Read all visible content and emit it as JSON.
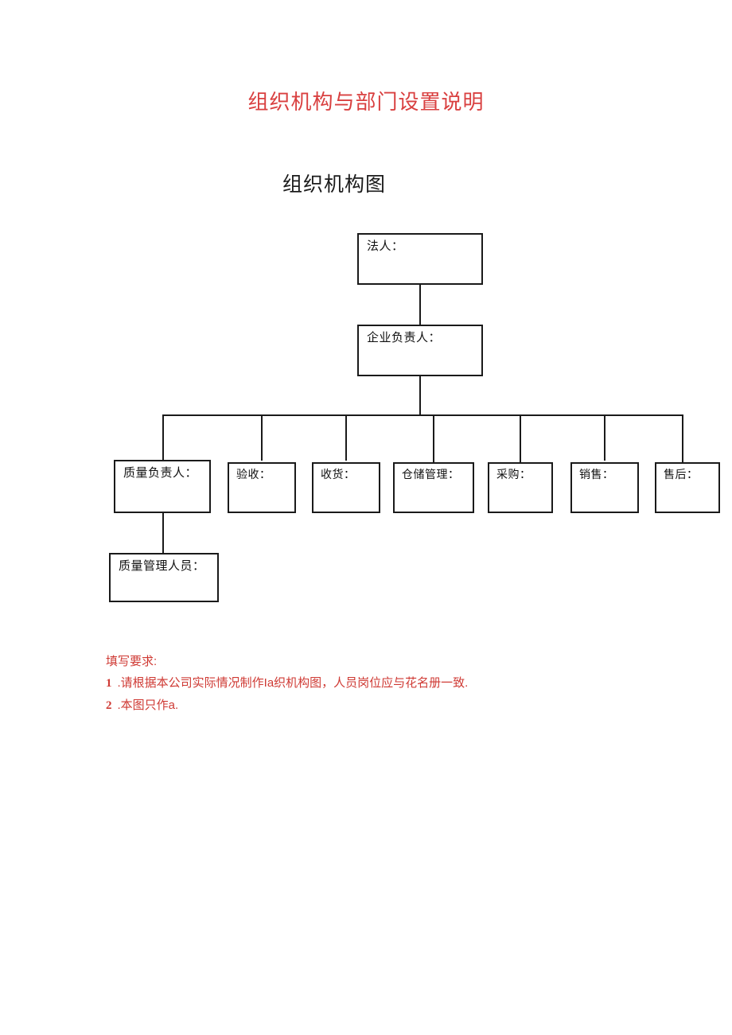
{
  "document": {
    "title": "组织机构与部门设置说明",
    "title_color": "#d94040",
    "chart_title": "组织机构图",
    "chart_title_color": "#1b1b1b",
    "page_background": "#ffffff",
    "line_color": "#1a1a1a"
  },
  "org_chart": {
    "legal_person": {
      "label": "法人："
    },
    "enterprise_head": {
      "label": "企业负责人："
    },
    "departments": [
      {
        "label": "质量负责人："
      },
      {
        "label": "验收："
      },
      {
        "label": "收货："
      },
      {
        "label": "仓储管理："
      },
      {
        "label": "采购："
      },
      {
        "label": "销售："
      },
      {
        "label": "售后："
      }
    ],
    "quality_staff": {
      "label": "质量管理人员："
    }
  },
  "notes": {
    "heading": "填写要求:",
    "color": "#cf3a34",
    "items": [
      {
        "num": "1",
        "text": ".请根据本公司实际情况制作Ia织机构图，人员岗位应与花名册一致."
      },
      {
        "num": "2",
        "text": ".本图只作a."
      }
    ]
  }
}
